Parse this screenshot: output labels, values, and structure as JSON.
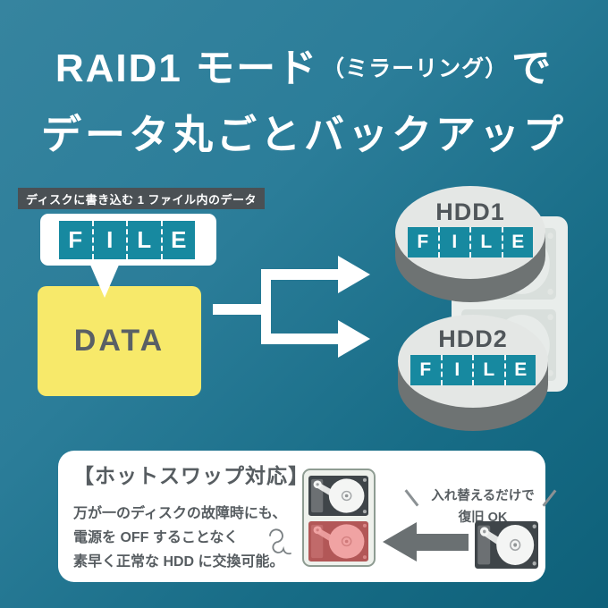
{
  "title": {
    "line1_main": "RAID1 モード",
    "line1_paren": "（ミラーリング）",
    "line1_suffix": "で",
    "line2": "データ丸ごとバックアップ"
  },
  "diagram": {
    "source_label": "ディスクに書き込む 1 ファイル内のデータ",
    "file_letters": [
      "F",
      "I",
      "L",
      "E"
    ],
    "data_label": "DATA",
    "hdd1_label": "HDD1",
    "hdd2_label": "HDD2"
  },
  "hotswap": {
    "heading": "【ホットスワップ対応】",
    "body": [
      "万が一のディスクの故障時にも、",
      "電源を OFF することなく",
      "素早く正常な HDD に交換可能。"
    ],
    "note_line1": "入れ替えるだけで",
    "note_line2": "復旧 OK"
  },
  "icons": {
    "flow_split_arrows": "branch-right-arrows",
    "swap_arrow": "arrow-left",
    "doodle": "squiggle-doodle"
  },
  "colors": {
    "background_top": "#36849f",
    "background_bottom": "#0e6079",
    "accent_teal": "#1789a0",
    "data_yellow": "#f7e96a",
    "disk_top": "#e4e7e5",
    "disk_side": "#6e7373",
    "label_dark": "#4a5054",
    "text_gray": "#575d61",
    "failed_drive_red": "#b25757",
    "failed_platter_pink": "#f0a3a3",
    "arrow_gray": "#6a7072"
  }
}
